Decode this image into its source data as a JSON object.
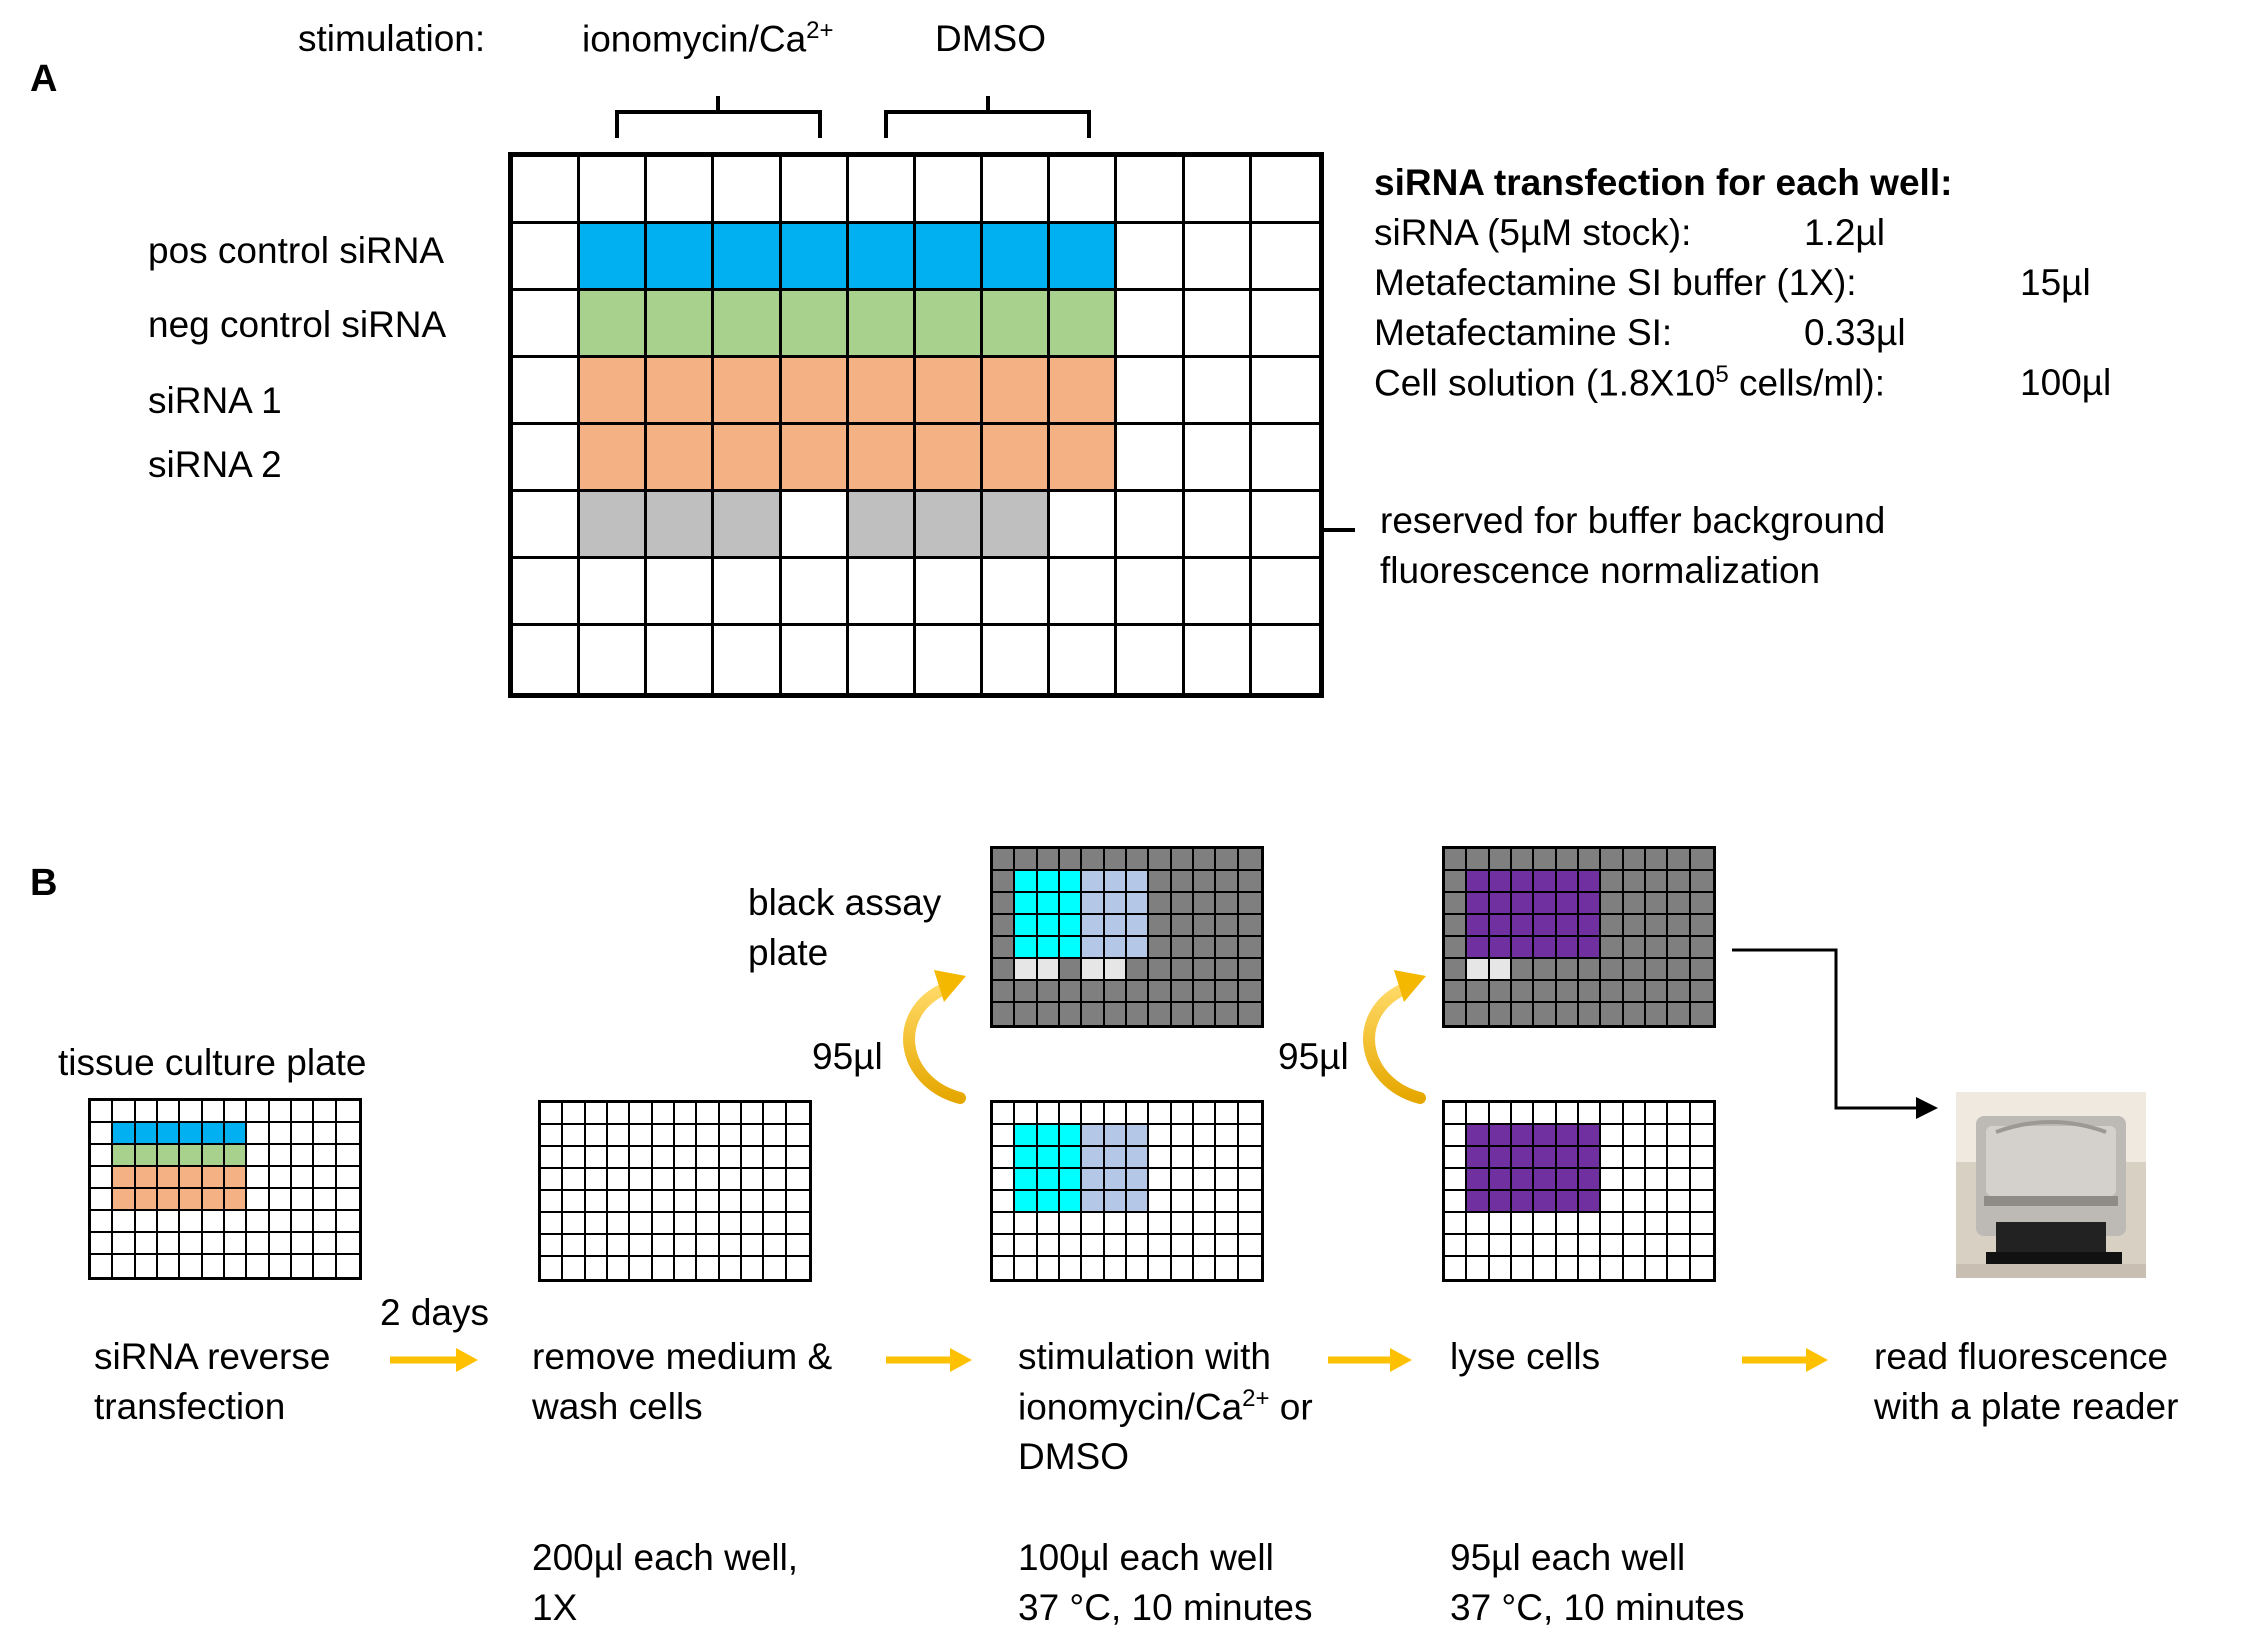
{
  "panel_a": {
    "label": "A",
    "stimulation_label": "stimulation:",
    "group1_label": "ionomycin/Ca",
    "group1_sup": "2+",
    "group2_label": "DMSO",
    "row_labels": [
      "pos control siRNA",
      "neg control siRNA",
      "siRNA 1",
      "siRNA 2"
    ],
    "reserved_note": [
      "reserved for buffer background",
      "fluorescence normalization"
    ],
    "transfection": {
      "title": "siRNA transfection for each well:",
      "items": [
        {
          "name": "siRNA (5µM stock):",
          "value": "1.2µl"
        },
        {
          "name": "Metafectamine SI buffer (1X):",
          "value": "15µl"
        },
        {
          "name": "Metafectamine SI:",
          "value": "0.33µl"
        },
        {
          "name_pre": "Cell solution (1.8X10",
          "name_sup": "5",
          "name_post": " cells/ml):",
          "value": "100µl"
        }
      ]
    }
  },
  "panel_b": {
    "label": "B",
    "tissue_plate_label": "tissue culture plate",
    "black_plate_label": [
      "black assay",
      "plate"
    ],
    "transfer_volume": "95µl",
    "transfer_volume_2": "95µl",
    "two_days": "2 days",
    "steps": [
      {
        "line1": "siRNA reverse",
        "line2": "transfection"
      },
      {
        "line1": "remove medium &",
        "line2": "wash cells"
      },
      {
        "line1": "stimulation with",
        "line2_pre": "ionomycin/Ca",
        "line2_sup": "2+",
        "line2_post": " or",
        "line3": "DMSO"
      },
      {
        "line1": "lyse cells"
      },
      {
        "line1": "read fluorescence",
        "line2": "with a plate reader"
      }
    ],
    "conditions": [
      {
        "line1": "200µl each well,",
        "line2": "1X"
      },
      {
        "line1": "100µl each well",
        "line2": "37 °C, 10 minutes"
      },
      {
        "line1": "95µl each well",
        "line2": "37 °C, 10 minutes"
      }
    ]
  },
  "colors": {
    "pos_control": "#00b0f0",
    "neg_control": "#a9d18e",
    "sirna": "#f4b183",
    "reserved": "#bfbfbf",
    "cyan": "#00ffff",
    "lavender": "#b4c7e7",
    "purple": "#7030a0",
    "black_plate": "#7f7f7f",
    "arrow_yellow": "#ffc000"
  },
  "icons": [
    "curved-transfer-arrow-icon",
    "plate-reader-photo"
  ]
}
